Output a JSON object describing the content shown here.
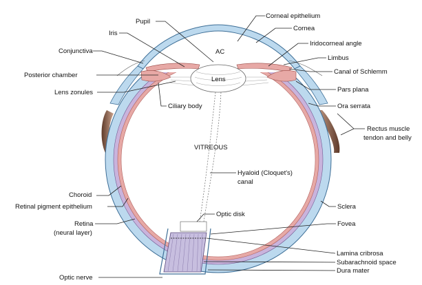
{
  "labels": {
    "corneal_epithelium": "Corneal epithelium",
    "pupil": "Pupil",
    "cornea": "Cornea",
    "iris": "Iris",
    "iridocorneal_angle": "Iridocorneal angle",
    "conjunctiva": "Conjunctiva",
    "ac": "AC",
    "limbus": "Limbus",
    "posterior_chamber": "Posterior chamber",
    "lens": "Lens",
    "canal_of_schlemm": "Canal of Schlemm",
    "lens_zonules": "Lens zonules",
    "pars_plana": "Pars plana",
    "ciliary_body": "Ciliary body",
    "ora_serrata": "Ora serrata",
    "rectus_line1": "Rectus muscle",
    "rectus_line2": "tendon and belly",
    "vitreous": "VITREOUS",
    "hyaloid_line1": "Hyaloid (Cloquet's)",
    "hyaloid_line2": "canal",
    "choroid": "Choroid",
    "sclera": "Sclera",
    "rpe": "Retinal pigment epithelium",
    "optic_disk": "Optic disk",
    "retina_line1": "Retina",
    "retina_line2": "(neural layer)",
    "fovea": "Fovea",
    "lamina_cribrosa": "Lamina cribrosa",
    "subarachnoid_space": "Subarachnoid space",
    "dura_mater": "Dura mater",
    "optic_nerve": "Optic nerve"
  },
  "colors": {
    "sclera": "#bcd9ee",
    "choroid": "#c9b3dc",
    "retina": "#e7a9a6",
    "muscle": "#8a5a44",
    "optic_nerve": "#c7bedf"
  }
}
